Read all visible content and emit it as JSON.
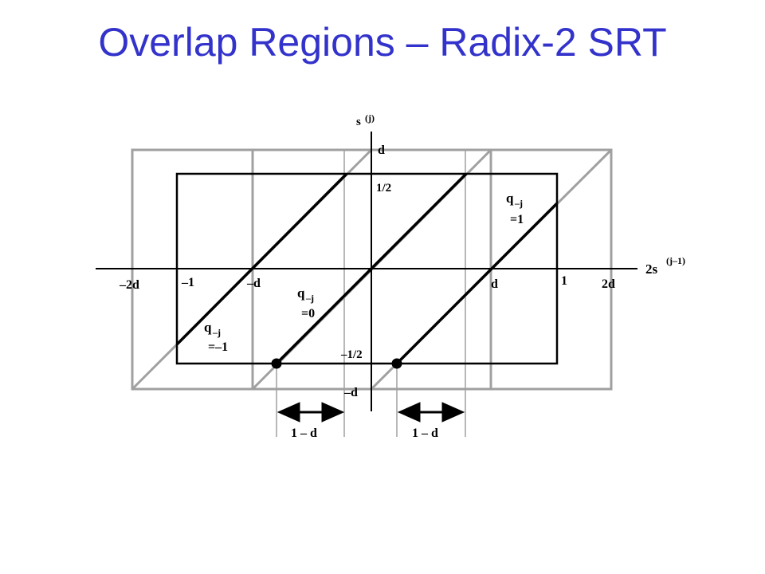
{
  "slide": {
    "title": "Overlap Regions – Radix-2 SRT"
  },
  "diagram": {
    "y_axis": {
      "label": "s",
      "superscript": "(j)"
    },
    "x_axis": {
      "label": "2s",
      "superscript": "(j–1)"
    },
    "x_ticks": [
      "–2d",
      "–1",
      "–d",
      "d",
      "1",
      "2d"
    ],
    "y_ticks": [
      "d",
      "1/2",
      "–1/2",
      "–d"
    ],
    "regions": [
      {
        "q": "q",
        "sub": "–j",
        "value": "=–1"
      },
      {
        "q": "q",
        "sub": "–j",
        "value": "=0"
      },
      {
        "q": "q",
        "sub": "–j",
        "value": "=1"
      }
    ],
    "overlap_labels": [
      "1 – d",
      "1 – d"
    ],
    "colors": {
      "title": "#3333cc",
      "gray_lines": "#a0a0a0",
      "black_lines": "#000000"
    }
  }
}
